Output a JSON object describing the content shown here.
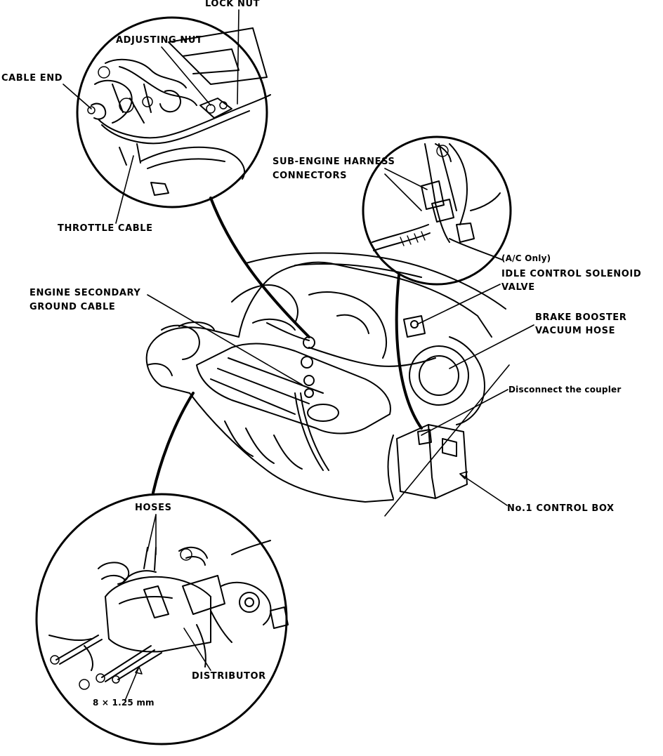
{
  "labels": {
    "lock_nut": "LOCK NUT",
    "adjusting_nut": "ADJUSTING NUT",
    "cable_end": "CABLE END",
    "throttle_cable": "THROTTLE CABLE",
    "sub_engine_harness_line1": "SUB-ENGINE HARNESS",
    "sub_engine_harness_line2": "CONNECTORS",
    "ac_only": "(A/C Only)",
    "idle_control_line1": "IDLE CONTROL SOLENOID",
    "idle_control_line2": "VALVE",
    "brake_booster_line1": "BRAKE BOOSTER",
    "brake_booster_line2": "VACUUM HOSE",
    "engine_ground_line1": "ENGINE SECONDARY",
    "engine_ground_line2": "GROUND CABLE",
    "disconnect_coupler": "Disconnect the coupler",
    "control_box": "No.1 CONTROL BOX",
    "hoses": "HOSES",
    "distributor": "DISTRIBUTOR",
    "bolt_size": "8 × 1.25 mm"
  }
}
